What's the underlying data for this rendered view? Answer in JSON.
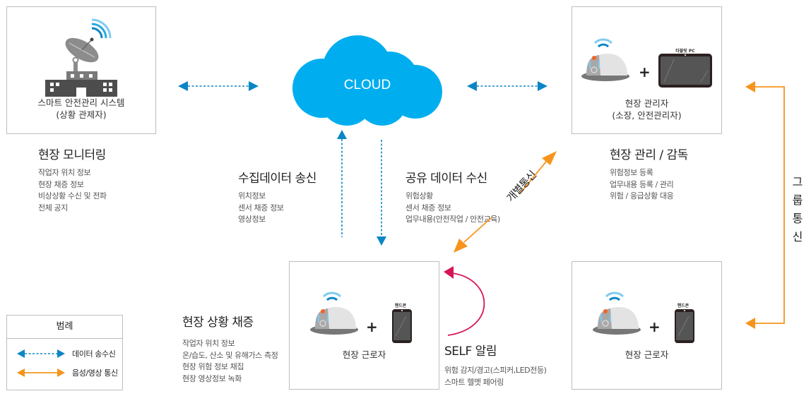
{
  "colors": {
    "cloud": "#00aeef",
    "data_arrow": "#0a86c6",
    "voice_arrow": "#f7941d",
    "self_arrow": "#d6145a",
    "box_border": "#bdbdbd",
    "dark_gray": "#555555"
  },
  "nodes": {
    "control_system": {
      "icon": "satellite-building-icon",
      "caption_line1": "스마트 안전관리 시스템",
      "caption_line2": "(상황 관제자)"
    },
    "cloud": {
      "label": "CLOUD",
      "icon": "cloud-icon"
    },
    "site_manager": {
      "icons": [
        "smart-helmet-icon",
        "tablet-icon"
      ],
      "plus": "+",
      "device_label": "타블릿 PC",
      "caption_line1": "현장 관리자",
      "caption_line2": "(소장, 안전관리자)"
    },
    "worker_center": {
      "icons": [
        "smart-helmet-icon",
        "smartphone-icon"
      ],
      "plus": "+",
      "device_label": "핸드폰",
      "caption": "현장 근로자"
    },
    "worker_right": {
      "icons": [
        "smart-helmet-icon",
        "smartphone-icon"
      ],
      "plus": "+",
      "device_label": "핸드폰",
      "caption": "현장 근로자"
    }
  },
  "sections": {
    "monitoring": {
      "title": "현장 모니터링",
      "items": [
        "작업자 위치 정보",
        "현장 채증 정보",
        "비상상황 수신 및 전파",
        "전체 공지"
      ]
    },
    "upload": {
      "title": "수집데이터 송신",
      "items": [
        "위치정보",
        "센서 채증 정보",
        "영상정보"
      ]
    },
    "download": {
      "title": "공유 데이터 수신",
      "items": [
        "위험상황",
        "센서 채증 정보",
        "업무내용(안전작업 / 안전교육)"
      ]
    },
    "supervision": {
      "title": "현장 관리 / 감독",
      "items": [
        "위험정보 등록",
        "업무내용 등록 / 관리",
        "위험 / 응급상황 대응"
      ]
    },
    "evidence": {
      "title": "현장 상황 채증",
      "items": [
        "작업자 위치 정보",
        "온/습도, 산소 및 유해가스 측정",
        "현장 위험 정보 채집",
        "현장 영상정보 녹화"
      ]
    },
    "self_alarm": {
      "title": "SELF 알림",
      "items": [
        "위험 감지/경고(스피커,LED전등)",
        "스마트 헬멧 페어링"
      ]
    }
  },
  "connectors": {
    "individual_comm": "개별통신",
    "group_comm": [
      "그",
      "룹",
      "통",
      "신"
    ]
  },
  "legend": {
    "title": "범례",
    "items": [
      {
        "icon": "dotted-double-arrow-icon",
        "label": "데이터 송수신"
      },
      {
        "icon": "solid-double-arrow-icon",
        "label": "음성/영상 통신"
      }
    ]
  }
}
